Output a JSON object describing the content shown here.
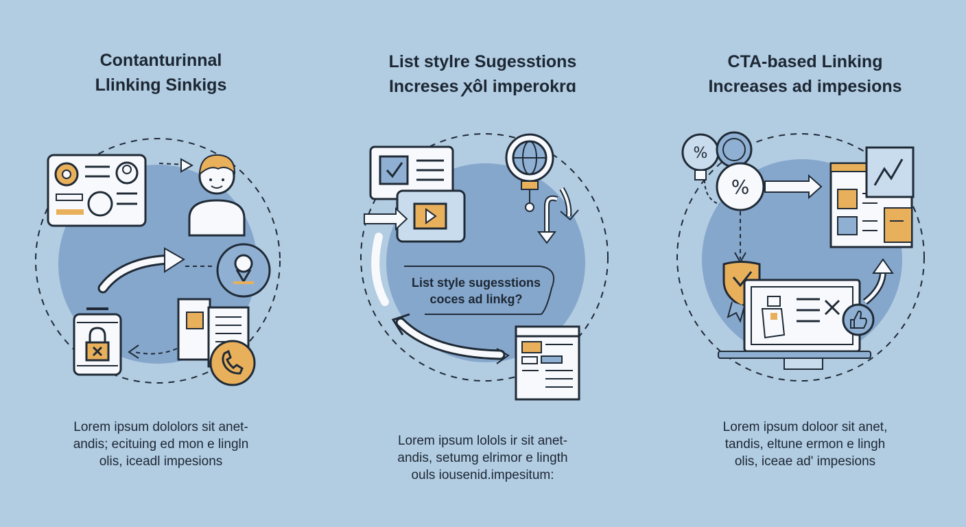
{
  "palette": {
    "background": "#b2cce2",
    "circle": "#86a7cc",
    "stroke": "#1f2a36",
    "accent": "#e9b05c",
    "card": "#f7f9fc"
  },
  "panels": [
    {
      "title_lines": [
        "Contanturinnal",
        "Llinking Sinkigs"
      ],
      "description_lines": [
        "Lorem ipsum dololors sit anet-",
        "andis; ecituing ed mon e lingln",
        "olis, iceadl impesions"
      ],
      "icons": [
        "profile-card-icon",
        "person-icon",
        "location-pin-icon",
        "locked-phone-icon",
        "document-icon",
        "phone-call-icon"
      ]
    },
    {
      "title_lines": [
        "List stylre Sugesstions",
        "Increses ꭗôl imperokrɑ"
      ],
      "center_lines": [
        "List style sugesstions",
        "coces ad linkg?"
      ],
      "description_lines": [
        "Lorem ipsum lolols ir sit anet-",
        "andis, setumg elrimor e lingth",
        "ouls iousenid.impesitum:"
      ],
      "icons": [
        "checklist-card-icon",
        "video-play-icon",
        "globe-magnifier-icon",
        "swap-arrows-icon",
        "list-document-icon"
      ]
    },
    {
      "title_lines": [
        "CTA-based Linking",
        "Increases ad impesions"
      ],
      "description_lines": [
        "Lorem ipsum doloor sit anet,",
        "tandis, eltune ermon e lingh",
        "olis, iceae ad' impesions"
      ],
      "icons": [
        "percent-bulb-icon",
        "percent-badge-icon",
        "chart-window-icon",
        "shield-badge-icon",
        "laptop-icon",
        "thumbs-up-icon"
      ]
    }
  ]
}
